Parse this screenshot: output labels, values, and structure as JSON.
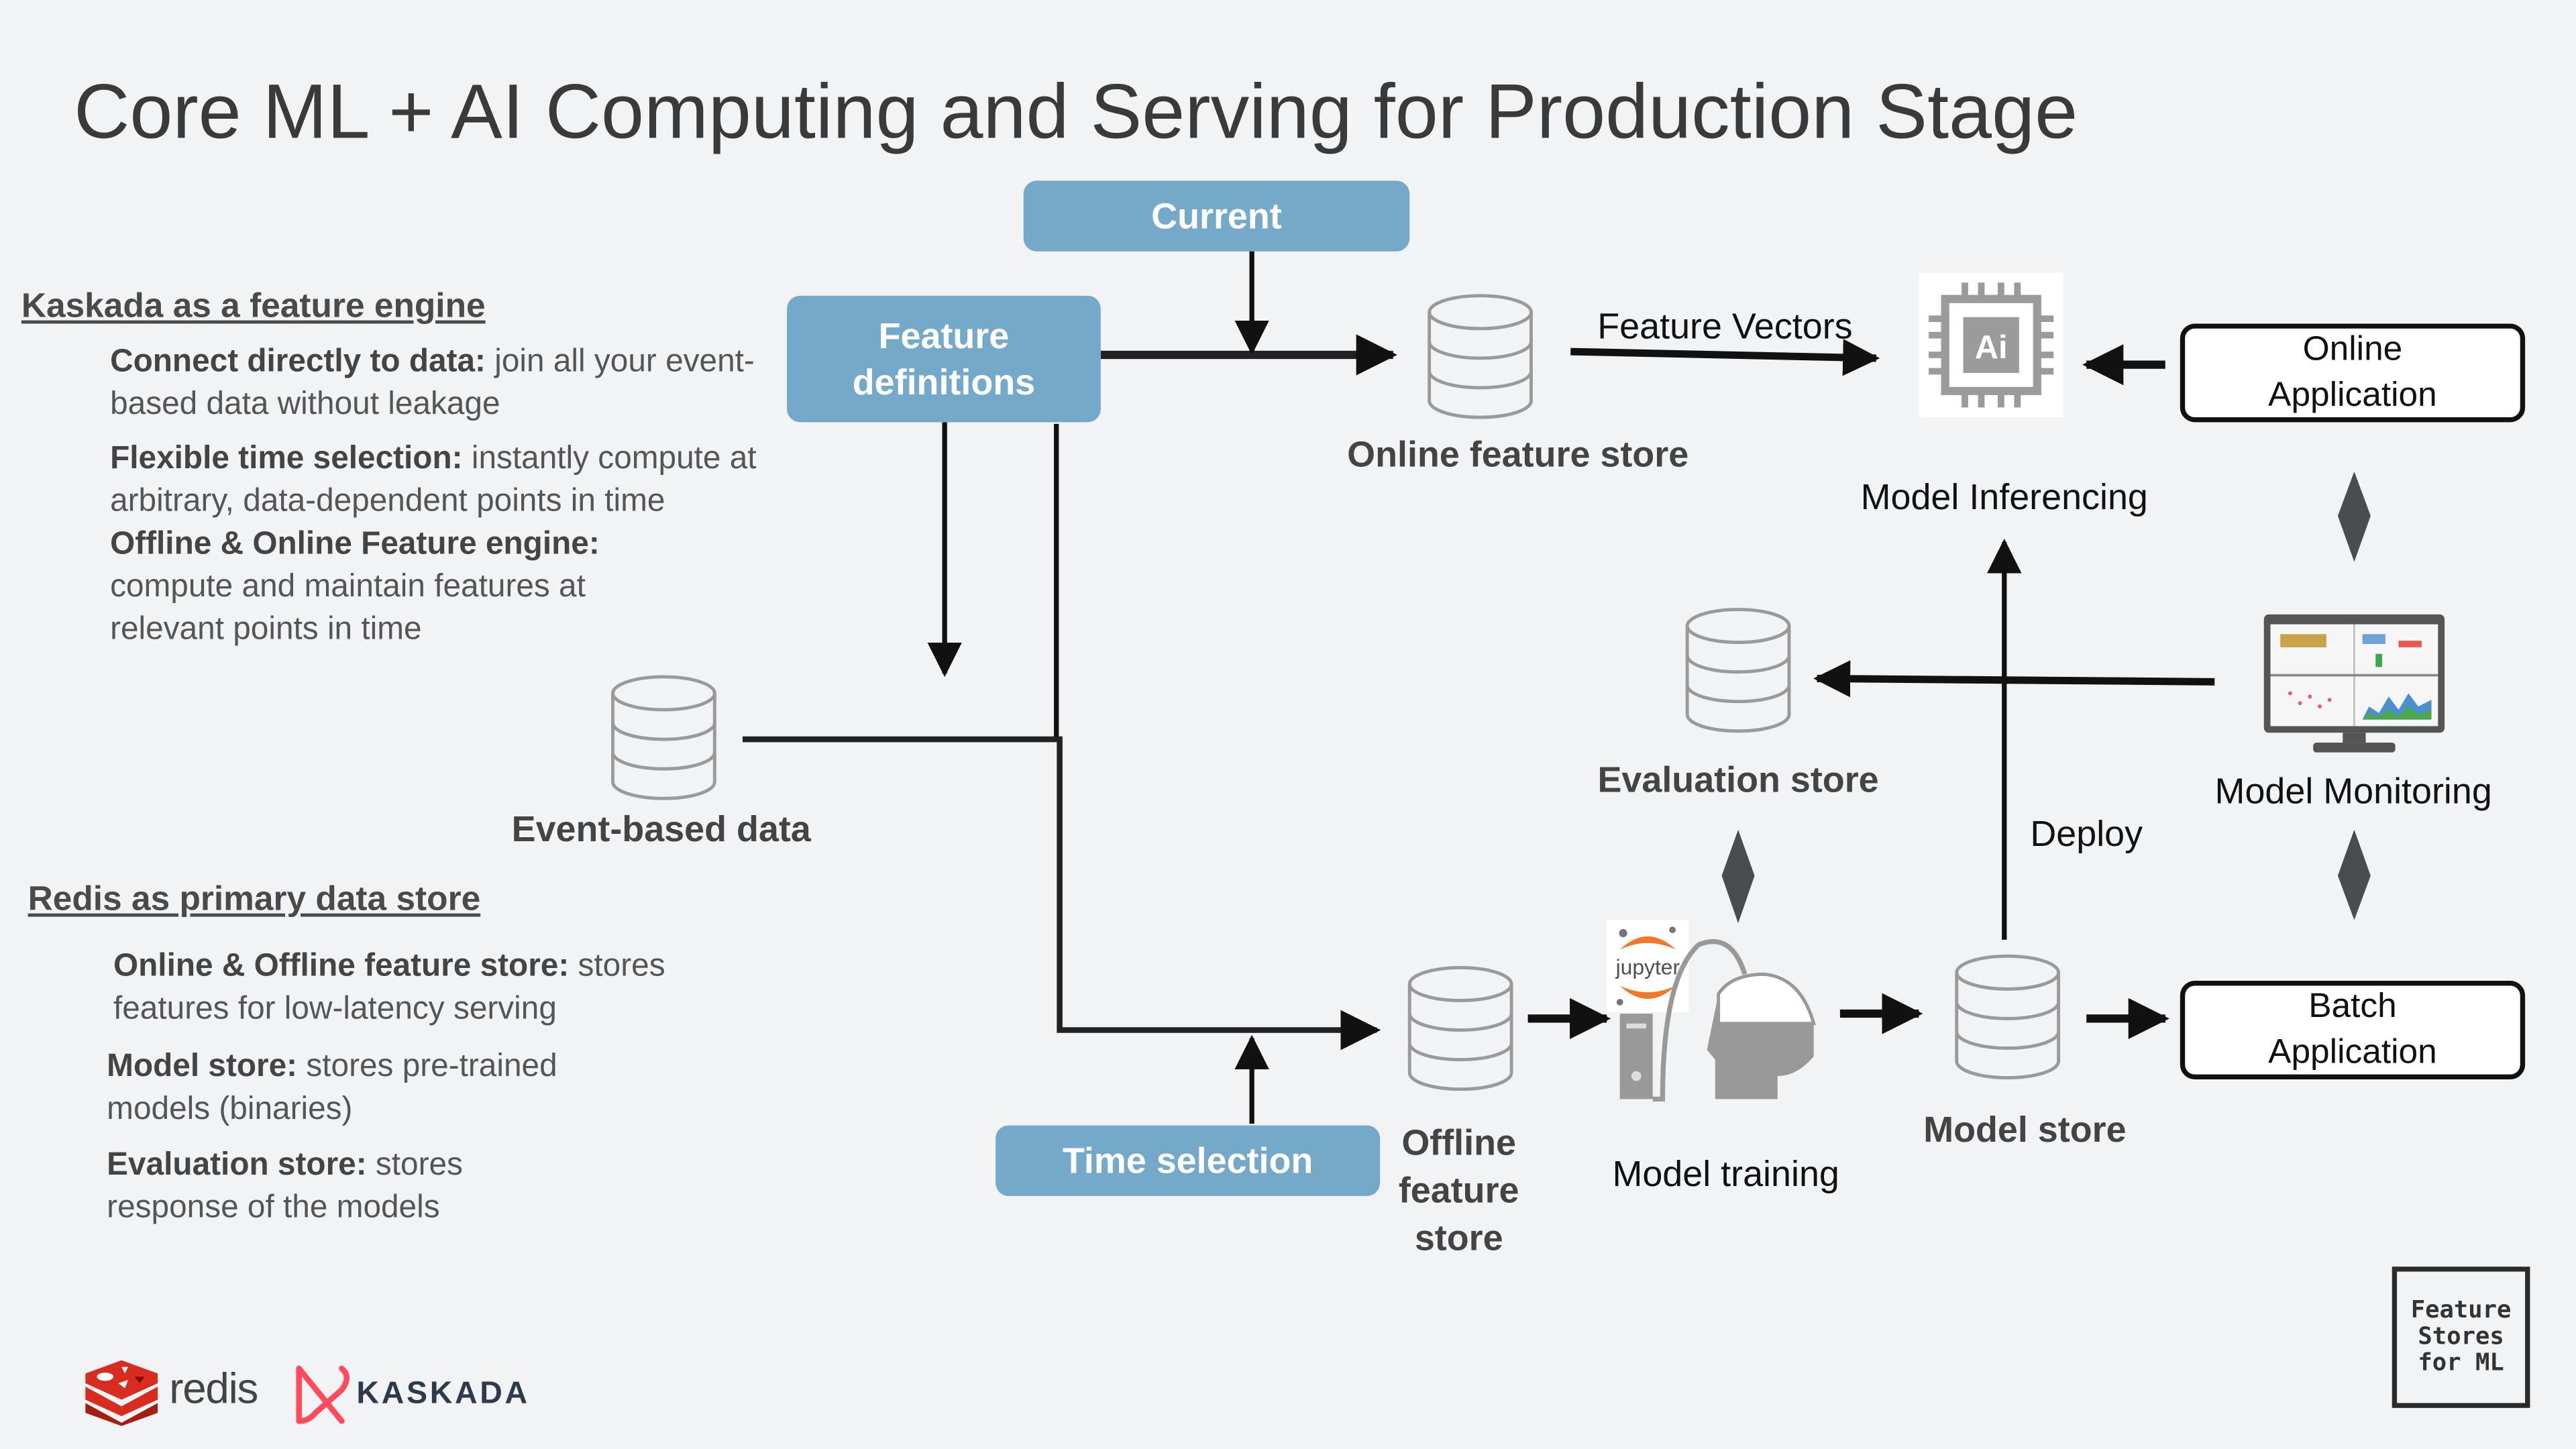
{
  "title": "Core ML + AI Computing and Serving for Production Stage",
  "kaskada_section": {
    "heading": "Kaskada as a feature engine",
    "bullets": [
      {
        "bold": "Connect directly to data:",
        "text": " join all your event-based data without leakage"
      },
      {
        "bold": "Flexible time selection:",
        "text": " instantly compute at arbitrary, data-dependent points in time"
      },
      {
        "bold": "Offline & Online Feature engine:",
        "text": " compute and maintain features at relevant points in time"
      }
    ]
  },
  "redis_section": {
    "heading": "Redis as primary data store",
    "bullets": [
      {
        "bold": "Online & Offline feature store:",
        "text": " stores features for low-latency serving"
      },
      {
        "bold": "Model store:",
        "text": " stores pre-trained models (binaries)"
      },
      {
        "bold": "Evaluation store:",
        "text": " stores response of the models"
      }
    ]
  },
  "diagram": {
    "current": "Current",
    "feature_definitions": "Feature definitions",
    "time_selection": "Time selection",
    "event_based_data": "Event-based data",
    "online_feature_store": "Online feature store",
    "offline_feature_store": "Offline feature store",
    "feature_vectors": "Feature Vectors",
    "model_inferencing": "Model Inferencing",
    "online_application": "Online Application",
    "batch_application": "Batch Application",
    "evaluation_store": "Evaluation store",
    "model_monitoring": "Model Monitoring",
    "deploy": "Deploy",
    "model_training": "Model training",
    "model_store": "Model store",
    "ai_chip_text": "Ai",
    "jupyter_text": "jupyter"
  },
  "footer": {
    "redis_logo_text": "redis",
    "kaskada_logo_text": "KASKADA",
    "badge_lines": [
      "Feature",
      "Stores",
      "for ML"
    ]
  },
  "colors": {
    "accent_blue": "#74a9c9",
    "redis_red": "#d82c20",
    "kaskada_red": "#ff4b5c",
    "background": "#f2f3f5"
  }
}
